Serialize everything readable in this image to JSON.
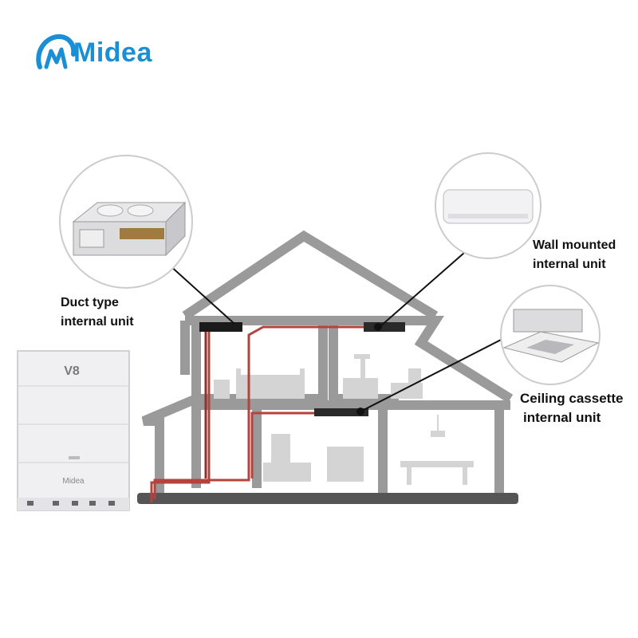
{
  "brand": {
    "name": "Midea",
    "logo_icon": "midea-swoosh-icon",
    "accent_color": "#1a8fd6"
  },
  "outdoor_unit": {
    "model_mark": "V8",
    "brand_mark": "Midea"
  },
  "units": [
    {
      "id": "duct",
      "line1": "Duct type",
      "line2": "internal unit"
    },
    {
      "id": "wall",
      "line1": "Wall mounted",
      "line2": "internal unit"
    },
    {
      "id": "cassette",
      "line1": "Ceiling cassette",
      "line2": "internal unit"
    }
  ],
  "colors": {
    "house_outline": "#9a9a9a",
    "pipe": "#b4433e",
    "furniture": "#cfcfcf",
    "unit_body": "#f0f0f2"
  }
}
